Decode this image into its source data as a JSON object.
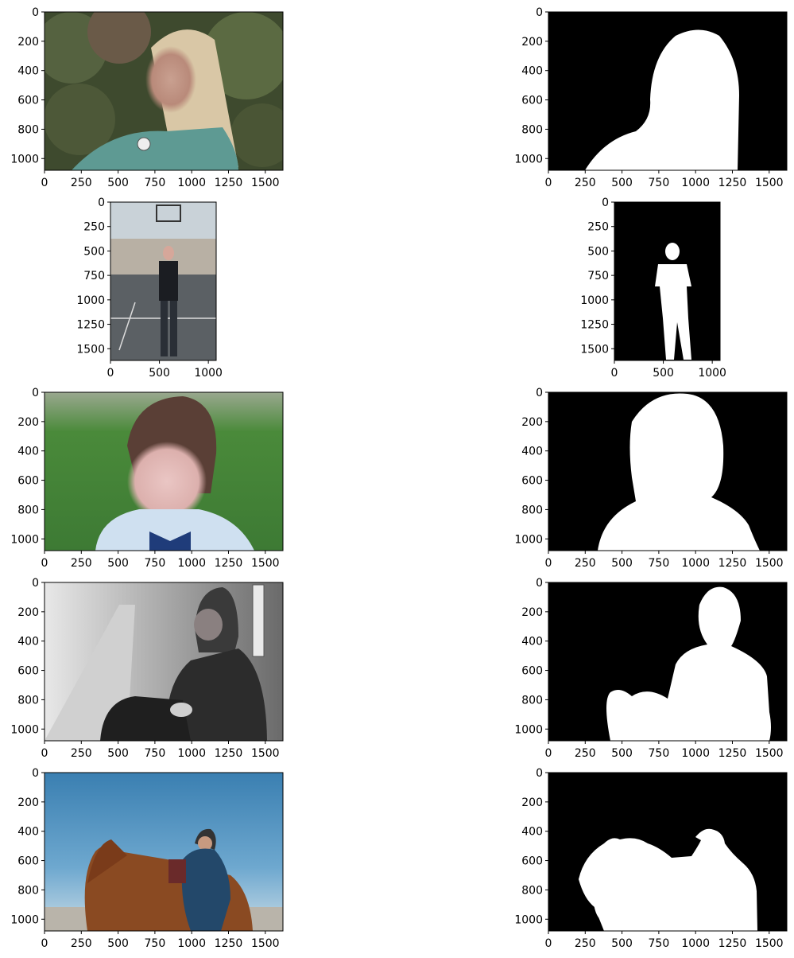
{
  "figure": {
    "rows": [
      {
        "description": "woman with long blonde hair, face blurred",
        "image": {
          "xticks": [
            "0",
            "250",
            "500",
            "750",
            "1000",
            "1250",
            "1500"
          ],
          "yticks": [
            "0",
            "200",
            "400",
            "600",
            "800",
            "1000"
          ],
          "xlim": [
            0,
            1620
          ],
          "ylim": [
            1080,
            0
          ]
        },
        "mask": {
          "xticks": [
            "0",
            "250",
            "500",
            "750",
            "1000",
            "1250",
            "1500"
          ],
          "yticks": [
            "0",
            "200",
            "400",
            "600",
            "800",
            "1000"
          ],
          "xlim": [
            0,
            1620
          ],
          "ylim": [
            1080,
            0
          ]
        }
      },
      {
        "description": "person standing on basketball court",
        "image": {
          "xticks": [
            "0",
            "500",
            "1000"
          ],
          "yticks": [
            "0",
            "250",
            "500",
            "750",
            "1000",
            "1250",
            "1500"
          ],
          "xlim": [
            0,
            1080
          ],
          "ylim": [
            1620,
            0
          ]
        },
        "mask": {
          "xticks": [
            "0",
            "500",
            "1000"
          ],
          "yticks": [
            "0",
            "250",
            "500",
            "750",
            "1000",
            "1250",
            "1500"
          ],
          "xlim": [
            0,
            1080
          ],
          "ylim": [
            1620,
            0
          ]
        }
      },
      {
        "description": "child with bow tie, face blurred",
        "image": {
          "xticks": [
            "0",
            "250",
            "500",
            "750",
            "1000",
            "1250",
            "1500"
          ],
          "yticks": [
            "0",
            "200",
            "400",
            "600",
            "800",
            "1000"
          ],
          "xlim": [
            0,
            1620
          ],
          "ylim": [
            1080,
            0
          ]
        },
        "mask": {
          "xticks": [
            "0",
            "250",
            "500",
            "750",
            "1000",
            "1250",
            "1500"
          ],
          "yticks": [
            "0",
            "200",
            "400",
            "600",
            "800",
            "1000"
          ],
          "xlim": [
            0,
            1620
          ],
          "ylim": [
            1080,
            0
          ]
        }
      },
      {
        "description": "grayscale photo of man in hood sitting",
        "image": {
          "xticks": [
            "0",
            "250",
            "500",
            "750",
            "1000",
            "1250",
            "1500"
          ],
          "yticks": [
            "0",
            "200",
            "400",
            "600",
            "800",
            "1000"
          ],
          "xlim": [
            0,
            1620
          ],
          "ylim": [
            1080,
            0
          ]
        },
        "mask": {
          "xticks": [
            "0",
            "250",
            "500",
            "750",
            "1000",
            "1250",
            "1500"
          ],
          "yticks": [
            "0",
            "200",
            "400",
            "600",
            "800",
            "1000"
          ],
          "xlim": [
            0,
            1620
          ],
          "ylim": [
            1080,
            0
          ]
        }
      },
      {
        "description": "man with horse by the water",
        "image": {
          "xticks": [
            "0",
            "250",
            "500",
            "750",
            "1000",
            "1250",
            "1500"
          ],
          "yticks": [
            "0",
            "200",
            "400",
            "600",
            "800",
            "1000"
          ],
          "xlim": [
            0,
            1620
          ],
          "ylim": [
            1080,
            0
          ]
        },
        "mask": {
          "xticks": [
            "0",
            "250",
            "500",
            "750",
            "1000",
            "1250",
            "1500"
          ],
          "yticks": [
            "0",
            "200",
            "400",
            "600",
            "800",
            "1000"
          ],
          "xlim": [
            0,
            1620
          ],
          "ylim": [
            1080,
            0
          ]
        }
      }
    ]
  }
}
